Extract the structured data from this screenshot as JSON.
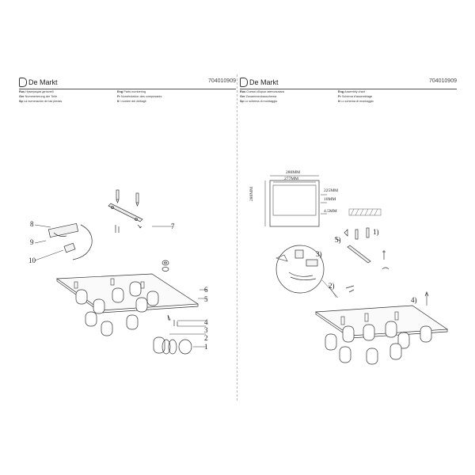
{
  "left_sheet": {
    "brand": "De Markt",
    "code": "704010909",
    "captions": [
      {
        "prefix": "Rus",
        "text": "Нумерация деталей"
      },
      {
        "prefix": "Ger",
        "text": "Nummerierung der Teile"
      },
      {
        "prefix": "Sp",
        "text": "La numeración de las piezas"
      },
      {
        "prefix": "Eng",
        "text": "Parts numbering"
      },
      {
        "prefix": "Fr",
        "text": "Numérotation des composants"
      },
      {
        "prefix": "It",
        "text": "I numeri dei dettagli"
      }
    ],
    "part_numbers": [
      "1",
      "2",
      "3",
      "4",
      "5",
      "6",
      "7",
      "8",
      "9",
      "10"
    ]
  },
  "right_sheet": {
    "brand": "De Markt",
    "code": "704010909",
    "captions": [
      {
        "prefix": "Rus",
        "text": "Схема сборки светильника"
      },
      {
        "prefix": "Ger",
        "text": "Zusammenbauschema"
      },
      {
        "prefix": "Sp",
        "text": "Lo schema di montaggio"
      },
      {
        "prefix": "Eng",
        "text": "Assembly chart"
      },
      {
        "prefix": "Fr",
        "text": "Schéma d'assemblage"
      },
      {
        "prefix": "It",
        "text": "Lo schema di montaggio"
      }
    ],
    "dimensions": {
      "width_outer": "280MM",
      "width_inner": "277MM",
      "height": "225MM",
      "depth": "10MM",
      "thickness": "4.5MM",
      "side": "280MM"
    },
    "steps": [
      "1)",
      "2)",
      "3)",
      "4)",
      "5)"
    ]
  }
}
